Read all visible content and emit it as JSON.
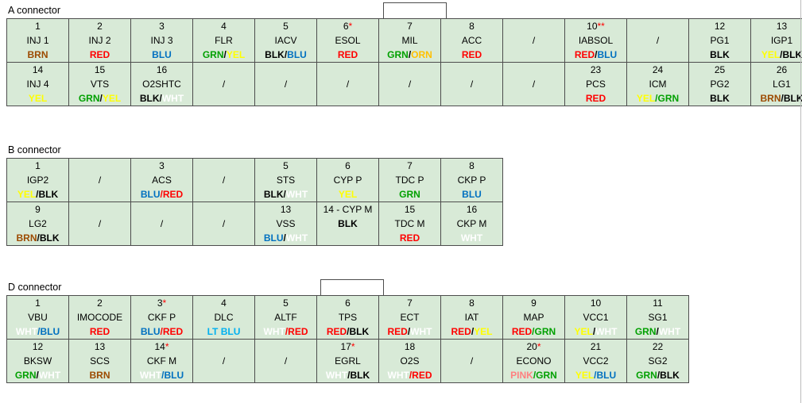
{
  "colors": {
    "BRN": "#9c4a00",
    "RED": "#ff0000",
    "BLU": "#0070c0",
    "GRN": "#00a000",
    "YEL": "#ffff00",
    "BLK": "#000000",
    "ORN": "#ffc000",
    "WHT": "#ffffff",
    "LT BLU": "#00b0f0",
    "PINK": "#ff8080",
    "SEP": "#000000"
  },
  "connectors": [
    {
      "title": "A connector",
      "rows": [
        [
          {
            "num": "1",
            "name": "INJ 1",
            "wire": [
              [
                "BRN",
                "BRN"
              ]
            ]
          },
          {
            "num": "2",
            "name": "INJ 2",
            "wire": [
              [
                "RED",
                "RED"
              ]
            ]
          },
          {
            "num": "3",
            "name": "INJ 3",
            "wire": [
              [
                "BLU",
                "BLU"
              ]
            ]
          },
          {
            "num": "4",
            "name": "FLR",
            "wire": [
              [
                "GRN",
                "GRN"
              ],
              [
                "/",
                "SEP"
              ],
              [
                "YEL",
                "YEL"
              ]
            ]
          },
          {
            "num": "5",
            "name": "IACV",
            "wire": [
              [
                "BLK",
                "BLK"
              ],
              [
                "/",
                "SEP"
              ],
              [
                "BLU",
                "BLU"
              ]
            ]
          },
          {
            "num": "6",
            "star": "*",
            "name": "ESOL",
            "wire": [
              [
                "RED",
                "RED"
              ]
            ]
          },
          {
            "num": "7",
            "name": "MIL",
            "wire": [
              [
                "GRN",
                "GRN"
              ],
              [
                "/",
                "SEP"
              ],
              [
                "ORN",
                "ORN"
              ]
            ]
          },
          {
            "num": "8",
            "name": "ACC",
            "wire": [
              [
                "RED",
                "RED"
              ]
            ]
          },
          {
            "slash": "/"
          },
          {
            "num": "10",
            "star": "**",
            "name": "IABSOL",
            "wire": [
              [
                "RED",
                "RED"
              ],
              [
                "/",
                "SEP"
              ],
              [
                "BLU",
                "BLU"
              ]
            ]
          },
          {
            "slash": "/"
          },
          {
            "num": "12",
            "name": "PG1",
            "wire": [
              [
                "BLK",
                "BLK"
              ]
            ]
          },
          {
            "num": "13",
            "name": "IGP1",
            "wire": [
              [
                "YEL",
                "YEL"
              ],
              [
                "/BLK",
                "BLK"
              ]
            ]
          }
        ],
        [
          {
            "num": "14",
            "name": "INJ 4",
            "wire": [
              [
                "YEL",
                "YEL"
              ]
            ]
          },
          {
            "num": "15",
            "name": "VTS",
            "wire": [
              [
                "GRN",
                "GRN"
              ],
              [
                "/",
                "SEP"
              ],
              [
                "YEL",
                "YEL"
              ]
            ]
          },
          {
            "num": "16",
            "name": "O2SHTC",
            "wire": [
              [
                "BLK",
                "BLK"
              ],
              [
                "/",
                "SEP"
              ],
              [
                "WHT",
                "WHT"
              ]
            ]
          },
          {
            "slash": "/"
          },
          {
            "slash": "/"
          },
          {
            "slash": "/"
          },
          {
            "slash": "/"
          },
          {
            "slash": "/"
          },
          {
            "slash": "/"
          },
          {
            "num": "23",
            "name": "PCS",
            "wire": [
              [
                "RED",
                "RED"
              ]
            ]
          },
          {
            "num": "24",
            "name": "ICM",
            "wire": [
              [
                "YEL",
                "YEL"
              ],
              [
                "/GRN",
                "GRN"
              ]
            ]
          },
          {
            "num": "25",
            "name": "PG2",
            "wire": [
              [
                "BLK",
                "BLK"
              ]
            ]
          },
          {
            "num": "26",
            "name": "LG1",
            "wire": [
              [
                "BRN",
                "BRN"
              ],
              [
                "/BLK",
                "BLK"
              ]
            ]
          }
        ]
      ]
    },
    {
      "title": "B connector",
      "rows": [
        [
          {
            "num": "1",
            "name": "IGP2",
            "wire": [
              [
                "YEL",
                "YEL"
              ],
              [
                "/BLK",
                "BLK"
              ]
            ]
          },
          {
            "slash": "/"
          },
          {
            "num": "3",
            "name": "ACS",
            "wire": [
              [
                "BLU",
                "BLU"
              ],
              [
                "/RED",
                "RED"
              ]
            ]
          },
          {
            "slash": "/"
          },
          {
            "num": "5",
            "name": "STS",
            "wire": [
              [
                "BLK",
                "BLK"
              ],
              [
                "/",
                "SEP"
              ],
              [
                "WHT",
                "WHT"
              ]
            ]
          },
          {
            "num": "6",
            "name": "CYP P",
            "wire": [
              [
                "YEL",
                "YEL"
              ]
            ]
          },
          {
            "num": "7",
            "name": "TDC P",
            "wire": [
              [
                "GRN",
                "GRN"
              ]
            ]
          },
          {
            "num": "8",
            "name": "CKP P",
            "wire": [
              [
                "BLU",
                "BLU"
              ]
            ]
          }
        ],
        [
          {
            "num": "9",
            "name": "LG2",
            "wire": [
              [
                "BRN",
                "BRN"
              ],
              [
                "/BLK",
                "BLK"
              ]
            ]
          },
          {
            "slash": "/"
          },
          {
            "slash": "/"
          },
          {
            "slash": "/"
          },
          {
            "num": "13",
            "name": "VSS",
            "wire": [
              [
                "BLU",
                "BLU"
              ],
              [
                "/",
                "SEP"
              ],
              [
                "WHT",
                "WHT"
              ]
            ]
          },
          {
            "num": "14 - CYP M",
            "name": "BLK",
            "nameBold": true,
            "wire": []
          },
          {
            "num": "15",
            "name": "TDC M",
            "wire": [
              [
                "RED",
                "RED"
              ]
            ]
          },
          {
            "num": "16",
            "name": "CKP M",
            "wire": [
              [
                "WHT",
                "WHT"
              ]
            ]
          }
        ]
      ]
    },
    {
      "title": "D connector",
      "rows": [
        [
          {
            "num": "1",
            "name": "VBU",
            "wire": [
              [
                "WHT",
                "WHT"
              ],
              [
                "/BLU",
                "BLU"
              ]
            ]
          },
          {
            "num": "2",
            "name": "IMOCODE",
            "wire": [
              [
                "RED",
                "RED"
              ]
            ]
          },
          {
            "num": "3",
            "star": "*",
            "name": "CKF P",
            "wire": [
              [
                "BLU",
                "BLU"
              ],
              [
                "/RED",
                "RED"
              ]
            ]
          },
          {
            "num": "4",
            "name": "DLC",
            "wire": [
              [
                "LT BLU",
                "LT BLU"
              ]
            ]
          },
          {
            "num": "5",
            "name": "ALTF",
            "wire": [
              [
                "WHT",
                "WHT"
              ],
              [
                "/RED",
                "RED"
              ]
            ]
          },
          {
            "num": "6",
            "name": "TPS",
            "wire": [
              [
                "RED",
                "RED"
              ],
              [
                "/BLK",
                "BLK"
              ]
            ]
          },
          {
            "num": "7",
            "name": "ECT",
            "wire": [
              [
                "RED",
                "RED"
              ],
              [
                "/",
                "SEP"
              ],
              [
                "WHT",
                "WHT"
              ]
            ]
          },
          {
            "num": "8",
            "name": "IAT",
            "wire": [
              [
                "RED",
                "RED"
              ],
              [
                "/",
                "SEP"
              ],
              [
                "YEL",
                "YEL"
              ]
            ]
          },
          {
            "num": "9",
            "name": "MAP",
            "wire": [
              [
                "RED",
                "RED"
              ],
              [
                "/GRN",
                "GRN"
              ]
            ]
          },
          {
            "num": "10",
            "name": "VCC1",
            "wire": [
              [
                "YEL",
                "YEL"
              ],
              [
                "/",
                "SEP"
              ],
              [
                "WHT",
                "WHT"
              ]
            ]
          },
          {
            "num": "11",
            "name": "SG1",
            "wire": [
              [
                "GRN",
                "GRN"
              ],
              [
                "/",
                "SEP"
              ],
              [
                "WHT",
                "WHT"
              ]
            ]
          }
        ],
        [
          {
            "num": "12",
            "name": "BKSW",
            "wire": [
              [
                "GRN",
                "GRN"
              ],
              [
                "/",
                "SEP"
              ],
              [
                "WHT",
                "WHT"
              ]
            ]
          },
          {
            "num": "13",
            "name": "SCS",
            "wire": [
              [
                "BRN",
                "BRN"
              ]
            ]
          },
          {
            "num": "14",
            "star": "*",
            "name": "CKF M",
            "wire": [
              [
                "WHT",
                "WHT"
              ],
              [
                "/BLU",
                "BLU"
              ]
            ]
          },
          {
            "slash": "/"
          },
          {
            "slash": "/"
          },
          {
            "num": "17",
            "star": "*",
            "name": "EGRL",
            "wire": [
              [
                "WHT",
                "WHT"
              ],
              [
                "/BLK",
                "BLK"
              ]
            ]
          },
          {
            "num": "18",
            "name": "O2S",
            "wire": [
              [
                "WHT",
                "WHT"
              ],
              [
                "/RED",
                "RED"
              ]
            ]
          },
          {
            "slash": "/"
          },
          {
            "num": "20",
            "star": "*",
            "name": "ECONO",
            "wire": [
              [
                "PINK",
                "PINK"
              ],
              [
                "/GRN",
                "GRN"
              ]
            ]
          },
          {
            "num": "21",
            "name": "VCC2",
            "wire": [
              [
                "YEL",
                "YEL"
              ],
              [
                "/BLU",
                "BLU"
              ]
            ]
          },
          {
            "num": "22",
            "name": "SG2",
            "wire": [
              [
                "GRN",
                "GRN"
              ],
              [
                "/BLK",
                "BLK"
              ]
            ]
          }
        ]
      ]
    }
  ]
}
